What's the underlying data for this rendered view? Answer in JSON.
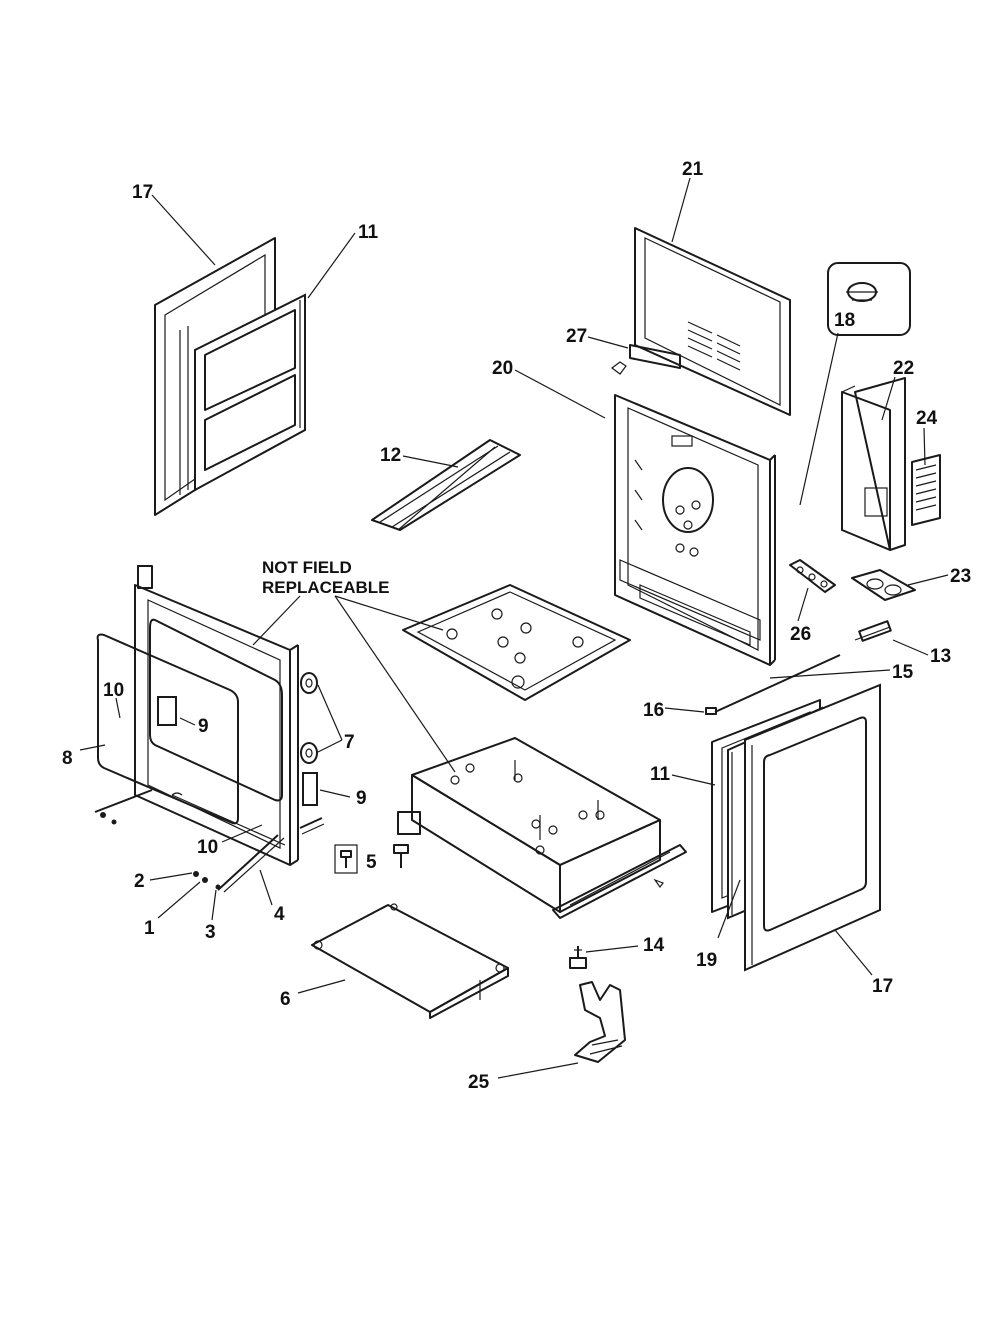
{
  "note": {
    "line1": "NOT FIELD",
    "line2": "REPLACEABLE"
  },
  "callouts": {
    "c1": "1",
    "c2": "2",
    "c3": "3",
    "c4": "4",
    "c5": "5",
    "c6": "6",
    "c7": "7",
    "c8": "8",
    "c9a": "9",
    "c9b": "9",
    "c10a": "10",
    "c10b": "10",
    "c11a": "11",
    "c11b": "11",
    "c12": "12",
    "c13": "13",
    "c14": "14",
    "c15": "15",
    "c16": "16",
    "c17a": "17",
    "c17b": "17",
    "c18": "18",
    "c19": "19",
    "c20": "20",
    "c21": "21",
    "c22": "22",
    "c23": "23",
    "c24": "24",
    "c25": "25",
    "c26": "26",
    "c27": "27"
  }
}
